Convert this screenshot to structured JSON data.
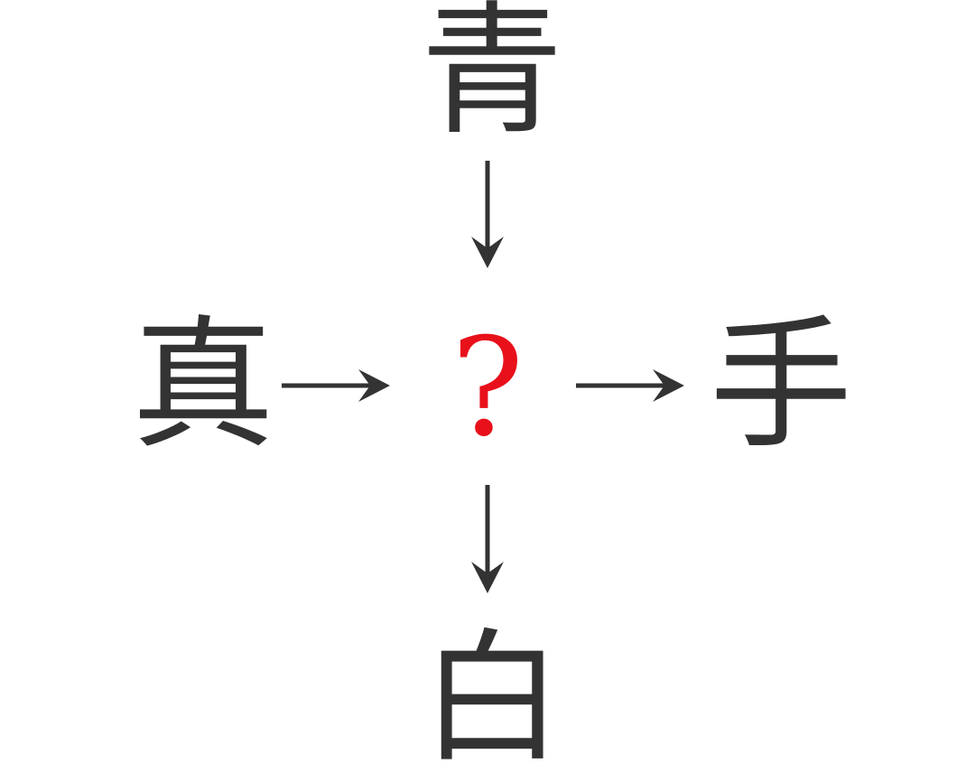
{
  "puzzle": {
    "top": "青",
    "left": "真",
    "right": "手",
    "bottom": "白",
    "center": "?"
  },
  "colors": {
    "text": "#333333",
    "question": "#e8101a",
    "arrow": "#333333"
  }
}
